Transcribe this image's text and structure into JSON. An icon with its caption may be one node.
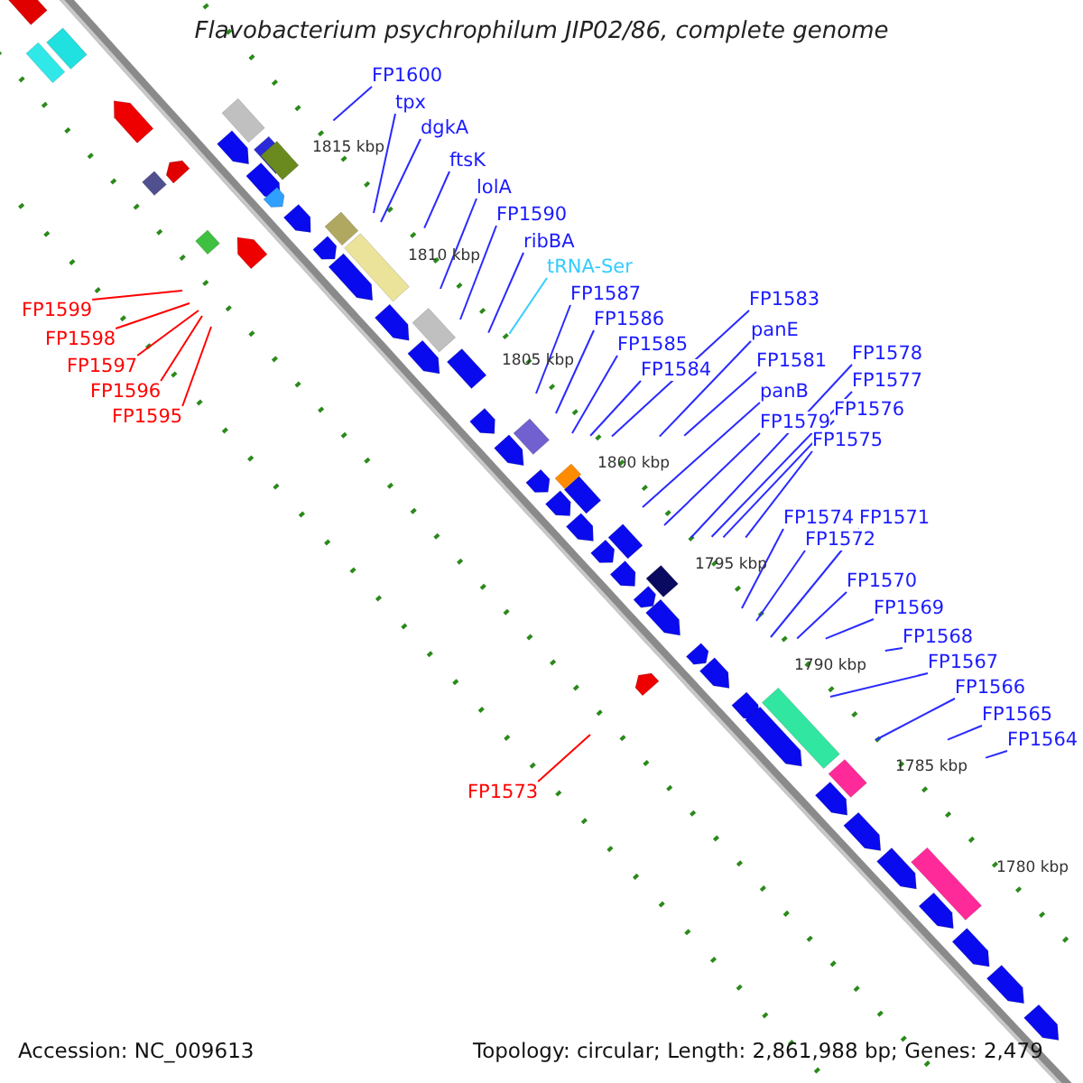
{
  "diagram": {
    "title": "Flavobacterium psychrophilum JIP02/86, complete genome",
    "nodes": [
      {
        "text": [
          "FP1600"
        ]
      },
      {
        "text": [
          "tpx"
        ]
      },
      {
        "text": [
          "dgkA"
        ]
      },
      {
        "text": [
          "ftsK"
        ]
      },
      {
        "text": [
          "lolA"
        ]
      },
      {
        "text": [
          "FP1590"
        ]
      },
      {
        "text": [
          "ribBA"
        ]
      },
      {
        "text": [
          "tRNA-Ser"
        ]
      },
      {
        "text": [
          "FP1587"
        ]
      },
      {
        "text": [
          "FP1586"
        ]
      },
      {
        "text": [
          "FP1585"
        ]
      },
      {
        "text": [
          "FP1584"
        ]
      },
      {
        "text": [
          "FP1583"
        ]
      },
      {
        "text": [
          "panE"
        ]
      },
      {
        "text": [
          "FP1581"
        ]
      },
      {
        "text": [
          "panB"
        ]
      },
      {
        "text": [
          "FP1579"
        ]
      },
      {
        "text": [
          "FP1578"
        ]
      },
      {
        "text": [
          "FP1577"
        ]
      },
      {
        "text": [
          "FP1576"
        ]
      },
      {
        "text": [
          "FP1575"
        ]
      },
      {
        "text": [
          "FP1574"
        ]
      },
      {
        "text": [
          "FP1571"
        ]
      },
      {
        "text": [
          "FP1572"
        ]
      },
      {
        "text": [
          "FP1570"
        ]
      },
      {
        "text": [
          "FP1569"
        ]
      },
      {
        "text": [
          "FP1568"
        ]
      },
      {
        "text": [
          "FP1567"
        ]
      },
      {
        "text": [
          "FP1566"
        ]
      },
      {
        "text": [
          "FP1565"
        ]
      },
      {
        "text": [
          "FP1564"
        ]
      },
      {
        "text": [
          "FP1599"
        ]
      },
      {
        "text": [
          "FP1598"
        ]
      },
      {
        "text": [
          "FP1597"
        ]
      },
      {
        "text": [
          "FP1596"
        ]
      },
      {
        "text": [
          "FP1595"
        ]
      },
      {
        "text": [
          "FP1573"
        ]
      }
    ],
    "edges": [
      {
        "from": 0,
        "to": null,
        "arrow": "none"
      },
      {
        "from": 1,
        "to": null,
        "arrow": "none"
      },
      {
        "from": 2,
        "to": null,
        "arrow": "none"
      },
      {
        "from": 3,
        "to": null,
        "arrow": "none"
      },
      {
        "from": 4,
        "to": null,
        "arrow": "none"
      },
      {
        "from": 5,
        "to": null,
        "arrow": "none"
      },
      {
        "from": 6,
        "to": null,
        "arrow": "none"
      },
      {
        "from": 7,
        "to": null,
        "arrow": "none",
        "color": "#33ccff"
      },
      {
        "from": 8,
        "to": null,
        "arrow": "none"
      },
      {
        "from": 9,
        "to": null,
        "arrow": "none"
      },
      {
        "from": 10,
        "to": null,
        "arrow": "none"
      },
      {
        "from": 11,
        "to": null,
        "arrow": "none"
      },
      {
        "from": 12,
        "to": null,
        "arrow": "none"
      },
      {
        "from": 13,
        "to": null,
        "arrow": "none"
      },
      {
        "from": 14,
        "to": null,
        "arrow": "none"
      },
      {
        "from": 15,
        "to": null,
        "arrow": "none"
      },
      {
        "from": 16,
        "to": null,
        "arrow": "none"
      },
      {
        "from": 17,
        "to": null,
        "arrow": "none"
      },
      {
        "from": 18,
        "to": null,
        "arrow": "none"
      },
      {
        "from": 19,
        "to": null,
        "arrow": "none"
      },
      {
        "from": 20,
        "to": null,
        "arrow": "none"
      },
      {
        "from": 21,
        "to": null,
        "arrow": "none"
      },
      {
        "from": 22,
        "to": null,
        "arrow": "none"
      },
      {
        "from": 23,
        "to": null,
        "arrow": "none"
      },
      {
        "from": 24,
        "to": null,
        "arrow": "none"
      },
      {
        "from": 25,
        "to": null,
        "arrow": "none"
      },
      {
        "from": 26,
        "to": null,
        "arrow": "none"
      },
      {
        "from": 27,
        "to": null,
        "arrow": "none"
      },
      {
        "from": 28,
        "to": null,
        "arrow": "none"
      },
      {
        "from": 29,
        "to": null,
        "arrow": "none"
      },
      {
        "from": 30,
        "to": null,
        "arrow": "none"
      },
      {
        "from": 31,
        "to": null,
        "arrow": "none",
        "color": "#ff0000"
      },
      {
        "from": 32,
        "to": null,
        "arrow": "none",
        "color": "#ff0000"
      },
      {
        "from": 33,
        "to": null,
        "arrow": "none",
        "color": "#ff0000"
      },
      {
        "from": 34,
        "to": null,
        "arrow": "none",
        "color": "#ff0000"
      },
      {
        "from": 35,
        "to": null,
        "arrow": "none",
        "color": "#ff0000"
      },
      {
        "from": 36,
        "to": null,
        "arrow": "none",
        "color": "#ff0000"
      }
    ],
    "labels": [
      "1815 kbp",
      "1810 kbp",
      "1805 kbp",
      "1800 kbp",
      "1795 kbp",
      "1790 kbp",
      "1785 kbp",
      "1780 kbp",
      "Accession: NC_009613",
      "Topology: circular; Length: 2,861,988 bp; Genes: 2,479"
    ]
  }
}
